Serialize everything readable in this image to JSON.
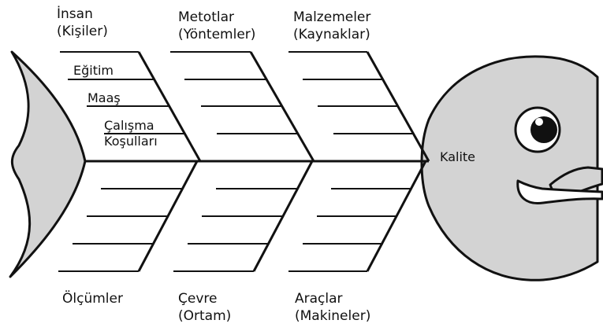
{
  "diagram": {
    "effect_label": "Kalite",
    "categories": {
      "insan": {
        "line1": "İnsan",
        "line2": "(Kişiler)",
        "causes": {
          "egitim": "Eğitim",
          "maas": "Maaş",
          "calisma_line1": "Çalışma",
          "calisma_line2": "Koşulları"
        }
      },
      "metotlar": {
        "line1": "Metotlar",
        "line2": "(Yöntemler)"
      },
      "malzemeler": {
        "line1": "Malzemeler",
        "line2": "(Kaynaklar)"
      },
      "olcumler": {
        "line1": "Ölçümler"
      },
      "cevre": {
        "line1": "Çevre",
        "line2": "(Ortam)"
      },
      "araclar": {
        "line1": "Araçlar",
        "line2": "(Makineler)"
      }
    },
    "colors": {
      "fish_fill": "#d3d3d3",
      "stroke": "#111111"
    }
  }
}
